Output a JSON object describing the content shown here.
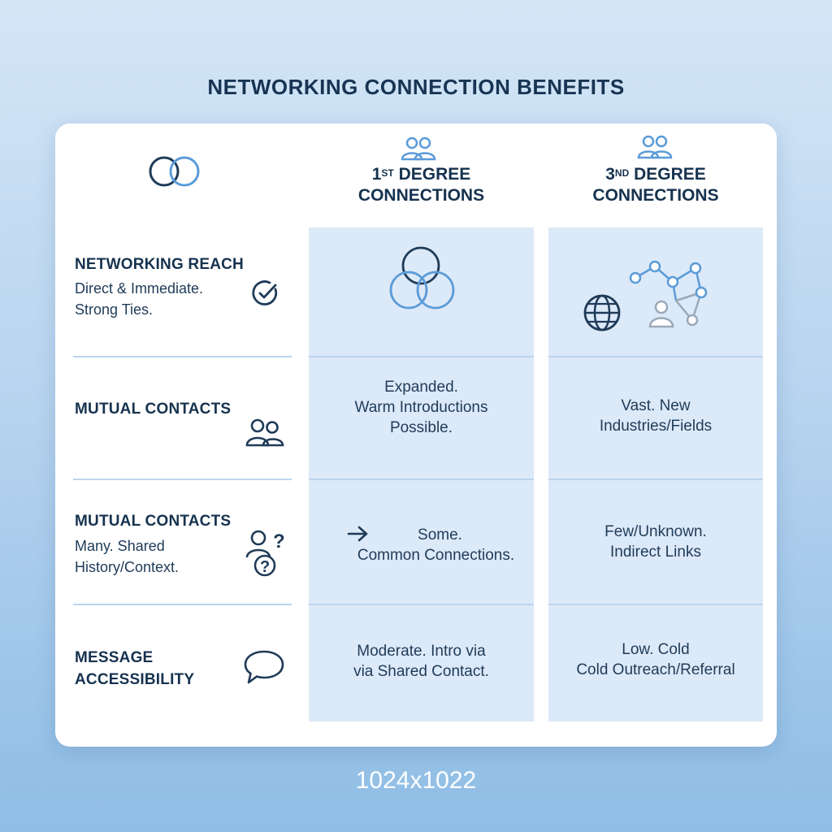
{
  "title": "NETWORKING CONNECTION BENEFITS",
  "columns": [
    {
      "ordinal": "1",
      "suffix": "ST",
      "line1": "DEGREE",
      "line2": "CONNECTIONS"
    },
    {
      "ordinal": "3",
      "suffix": "ND",
      "line1": "DEGREE",
      "line2": "CONNECTIONS"
    }
  ],
  "rows": [
    {
      "label": "NETWORKING REACH",
      "desc_lines": [
        "Direct & Immediate.",
        "Strong Ties."
      ],
      "cells": [
        [],
        []
      ]
    },
    {
      "label": "MUTUAL CONTACTS",
      "desc_lines": [],
      "cells": [
        [
          "Expanded.",
          "Warm Introductions",
          "Possible."
        ],
        [
          "Vast. New",
          "Industries/Fields"
        ]
      ]
    },
    {
      "label": "MUTUAL CONTACTS",
      "desc_lines": [
        "Many. Shared",
        "History/Context."
      ],
      "cells": [
        [
          "Some.",
          "Common Connections."
        ],
        [
          "Few/Unknown.",
          "Indirect Links"
        ]
      ]
    },
    {
      "label_lines": [
        "MESSAGE",
        "ACCESSIBILITY"
      ],
      "desc_lines": [],
      "cells": [
        [
          "Moderate. Intro via",
          "via Shared Contact."
        ],
        [
          "Low. Cold",
          "Cold Outreach/Referral"
        ]
      ]
    }
  ],
  "footer": "1024x1022",
  "colors": {
    "navy": "#16324f",
    "accent": "#5b9bd8",
    "column_fill": "#dce9f8",
    "gray_icon": "#9aa9b8"
  },
  "icons": [
    "overlap-circles-icon",
    "people-icon",
    "check-circle-icon",
    "venn-icon",
    "globe-icon",
    "network-graph-icon",
    "person-question-icon",
    "arrow-right-icon",
    "speech-bubble-icon"
  ]
}
